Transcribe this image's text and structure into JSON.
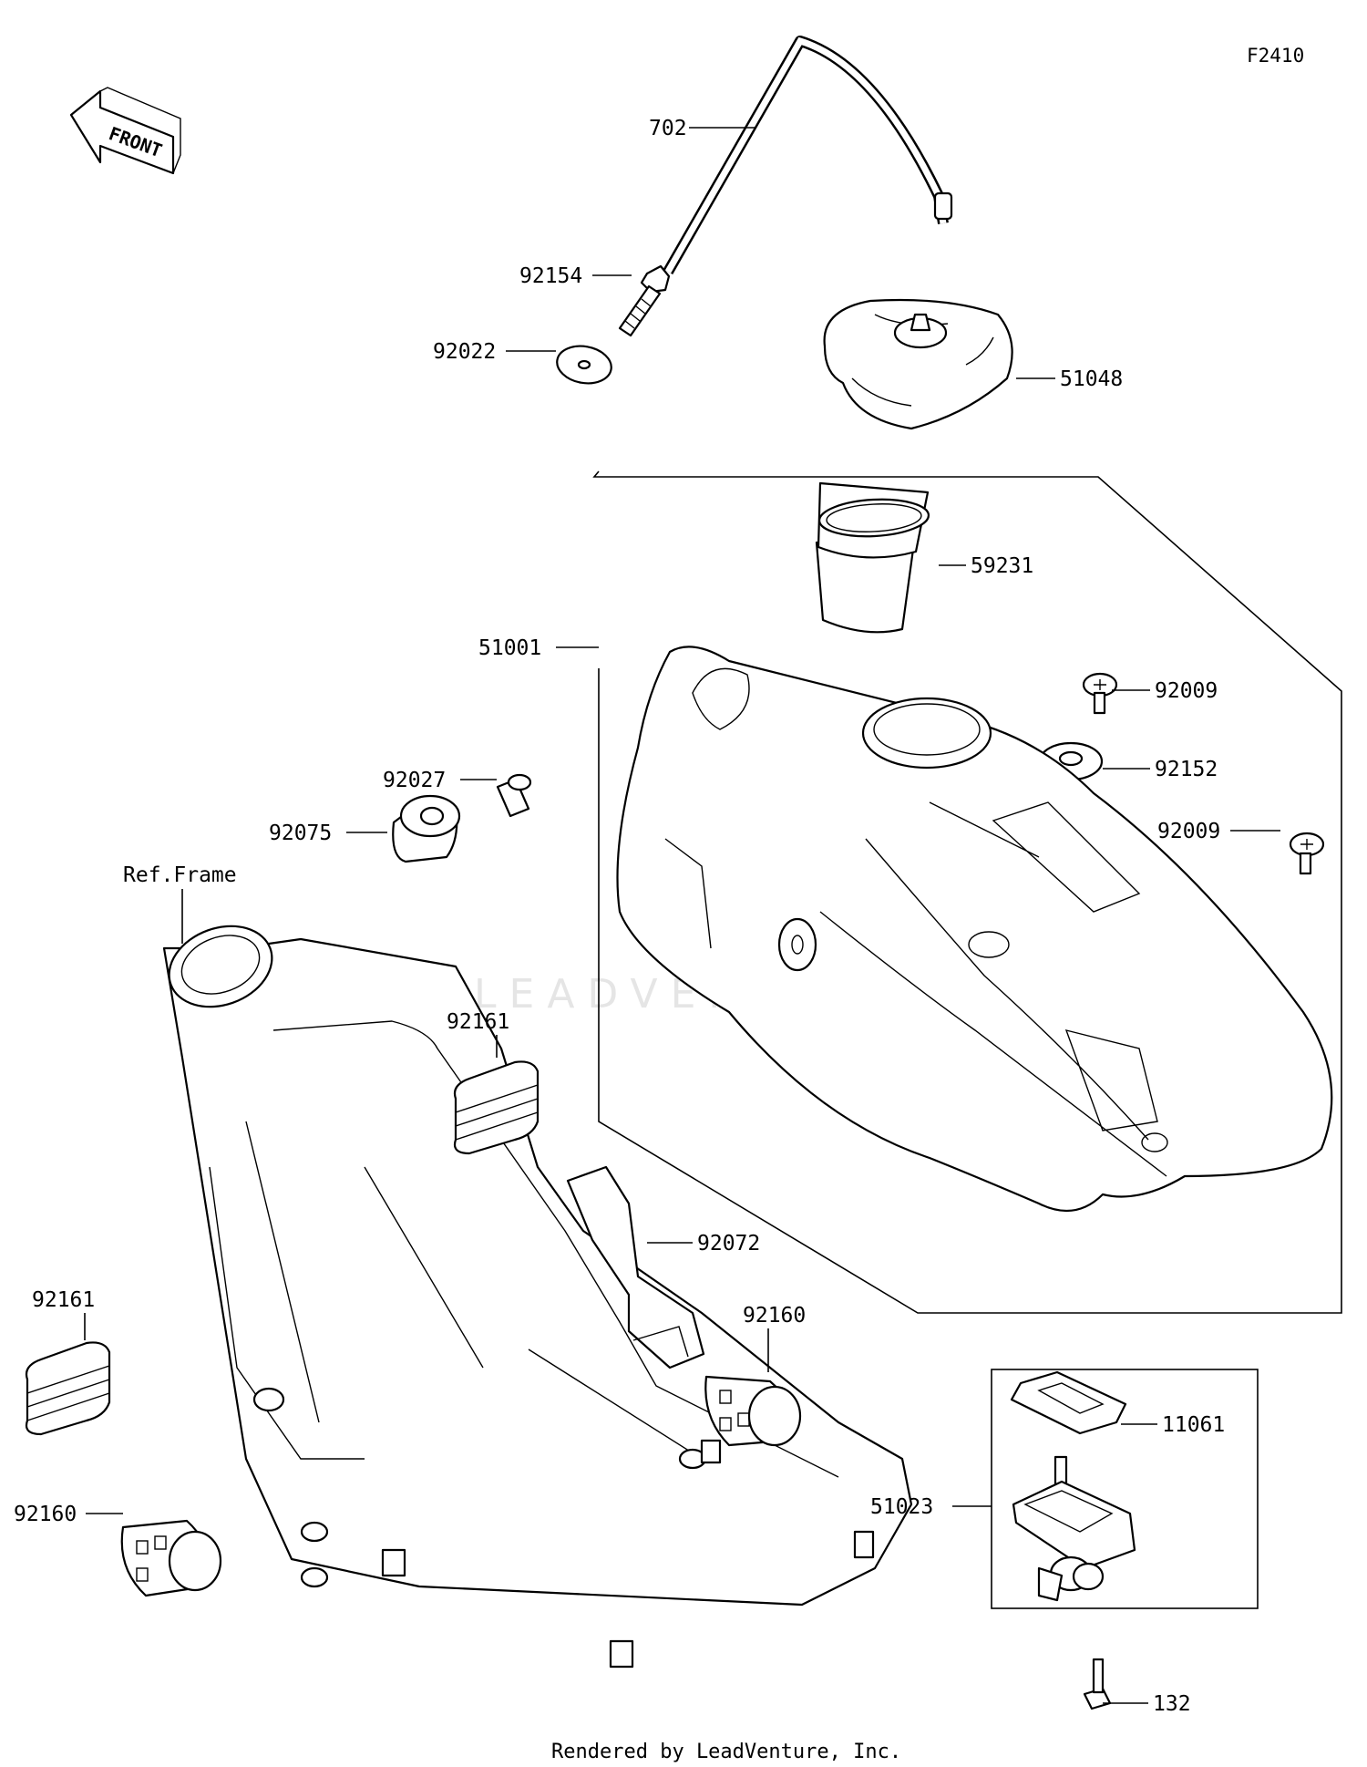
{
  "figure_id": "F2410",
  "front_label": "FRONT",
  "ref_frame": "Ref.Frame",
  "watermark": "LEADVENTURE",
  "credit": "Rendered by LeadVenture, Inc.",
  "parts": {
    "p702": "702",
    "p92154": "92154",
    "p92022": "92022",
    "p51048": "51048",
    "p59231": "59231",
    "p51001": "51001",
    "p92009a": "92009",
    "p92152": "92152",
    "p92027": "92027",
    "p92009b": "92009",
    "p92075": "92075",
    "p92161a": "92161",
    "p92072": "92072",
    "p92161b": "92161",
    "p92160a": "92160",
    "p11061": "11061",
    "p51023": "51023",
    "p92160b": "92160",
    "p132": "132"
  }
}
